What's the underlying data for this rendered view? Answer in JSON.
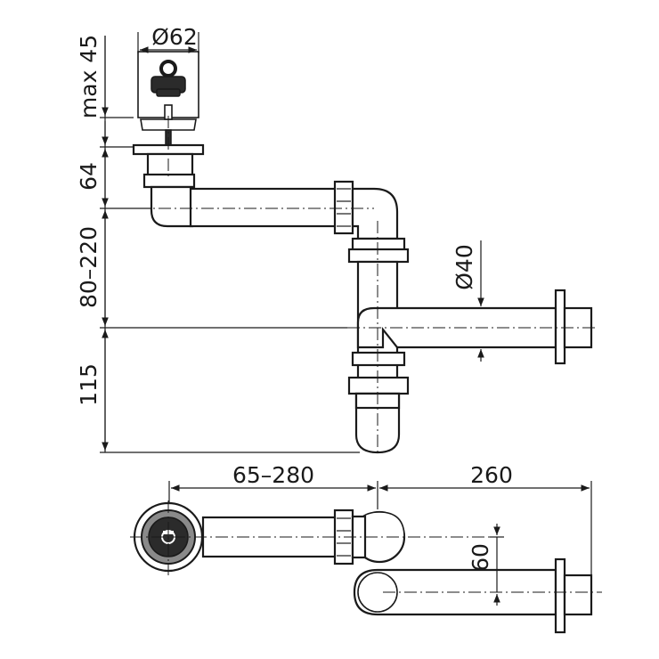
{
  "dimensions": {
    "strainer_diameter": "Ø62",
    "strainer_height": "max 45",
    "outlet_height": "64",
    "adjustable_drop": "80–220",
    "trap_depth": "115",
    "outlet_diameter": "Ø40",
    "horizontal_length": "65–280",
    "wall_length": "260",
    "offset": "60"
  },
  "colors": {
    "line": "#1a1a1a",
    "plug": "#2b2b2b",
    "ring": "#8a8a8a"
  }
}
